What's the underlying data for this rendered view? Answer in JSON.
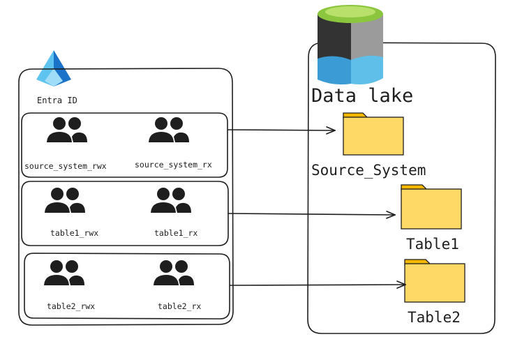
{
  "entra": {
    "label": "Entra ID"
  },
  "datalake": {
    "label": "Data lake"
  },
  "groups": [
    {
      "left": "source_system_rwx",
      "right": "source_system_rx"
    },
    {
      "left": "table1_rwx",
      "right": "table1_rx"
    },
    {
      "left": "table2_rwx",
      "right": "table2_rx"
    }
  ],
  "folders": [
    {
      "label": "Source_System"
    },
    {
      "label": "Table1"
    },
    {
      "label": "Table2"
    }
  ],
  "colors": {
    "folder_fill": "#ffd966",
    "folder_tab": "#f5b800",
    "user_fill": "#1e1e1e",
    "lake_top": "#8cc63f",
    "lake_dark": "#333333",
    "lake_gray": "#9b9b9b",
    "lake_blue": "#3a9bd5",
    "lake_light_blue": "#5fbfe8",
    "entra_blue": "#1a73c8",
    "entra_light": "#5fc3f0"
  }
}
